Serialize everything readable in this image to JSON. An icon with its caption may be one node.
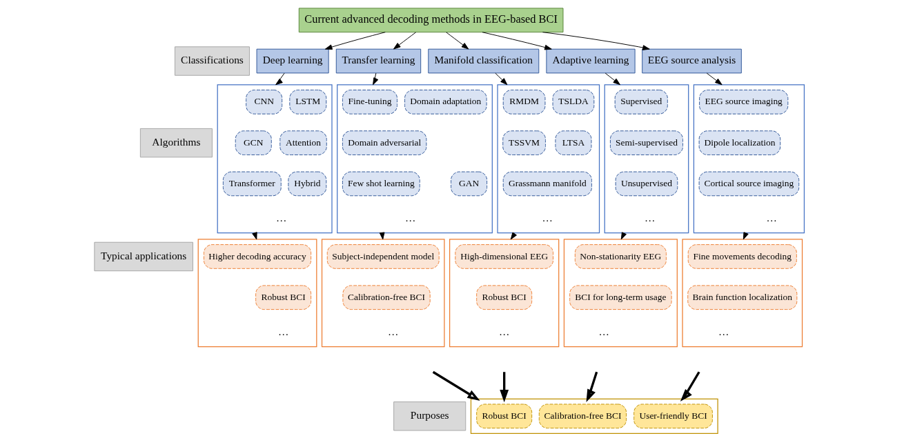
{
  "diagram": {
    "nodes": [
      {
        "text": [
          "Current advanced decoding methods in EEG-based BCI"
        ]
      },
      {
        "text": [
          "Classifications"
        ]
      },
      {
        "text": [
          "Deep learning"
        ]
      },
      {
        "text": [
          "Transfer learning"
        ]
      },
      {
        "text": [
          "Manifold classification"
        ]
      },
      {
        "text": [
          "Adaptive learning"
        ]
      },
      {
        "text": [
          "EEG source analysis"
        ]
      },
      {
        "text": [
          "Algorithms"
        ]
      },
      {
        "text": [],
        "shape": "box"
      },
      {
        "text": [
          "CNN"
        ],
        "in": 8
      },
      {
        "text": [
          "LSTM"
        ],
        "in": 8
      },
      {
        "text": [
          "GCN"
        ],
        "in": 8
      },
      {
        "text": [
          "Attention"
        ],
        "in": 8
      },
      {
        "text": [
          "Transformer"
        ],
        "in": 8
      },
      {
        "text": [
          "Hybrid"
        ],
        "in": 8
      },
      {
        "text": [],
        "shape": "box"
      },
      {
        "text": [
          "Fine-tuning"
        ],
        "in": 15
      },
      {
        "text": [
          "Domain adaptation"
        ],
        "in": 15
      },
      {
        "text": [
          "Domain adversarial"
        ],
        "in": 15
      },
      {
        "text": [
          "Few shot learning"
        ],
        "in": 15
      },
      {
        "text": [
          "GAN"
        ],
        "in": 15
      },
      {
        "text": [],
        "shape": "box"
      },
      {
        "text": [
          "RMDM"
        ],
        "in": 21
      },
      {
        "text": [
          "TSLDA"
        ],
        "in": 21
      },
      {
        "text": [
          "TSSVM"
        ],
        "in": 21
      },
      {
        "text": [
          "LTSA"
        ],
        "in": 21
      },
      {
        "text": [
          "Grassmann manifold"
        ],
        "in": 21
      },
      {
        "text": [],
        "shape": "box"
      },
      {
        "text": [
          "Supervised"
        ],
        "in": 27
      },
      {
        "text": [
          "Semi-supervised"
        ],
        "in": 27
      },
      {
        "text": [
          "Unsupervised"
        ],
        "in": 27
      },
      {
        "text": [],
        "shape": "box"
      },
      {
        "text": [
          "EEG source imaging"
        ],
        "in": 31
      },
      {
        "text": [
          "Dipole localization"
        ],
        "in": 31
      },
      {
        "text": [
          "Cortical source imaging"
        ],
        "in": 31
      },
      {
        "text": [
          "Typical applications"
        ]
      },
      {
        "text": [],
        "shape": "box"
      },
      {
        "text": [
          "Higher decoding accuracy"
        ],
        "in": 36
      },
      {
        "text": [
          "Robust BCI"
        ],
        "in": 36
      },
      {
        "text": [],
        "shape": "box"
      },
      {
        "text": [
          "Subject-independent model"
        ],
        "in": 39
      },
      {
        "text": [
          "Calibration-free BCI"
        ],
        "in": 39
      },
      {
        "text": [],
        "shape": "box"
      },
      {
        "text": [
          "High-dimensional EEG"
        ],
        "in": 42
      },
      {
        "text": [
          "Robust BCI"
        ],
        "in": 42
      },
      {
        "text": [],
        "shape": "box"
      },
      {
        "text": [
          "Non-stationarity EEG"
        ],
        "in": 45
      },
      {
        "text": [
          "BCI for long-term usage"
        ],
        "in": 45
      },
      {
        "text": [],
        "shape": "box"
      },
      {
        "text": [
          "Fine movements decoding"
        ],
        "in": 48
      },
      {
        "text": [
          "Brain function localization"
        ],
        "in": 48
      },
      {
        "text": [
          "Purposes"
        ]
      },
      {
        "text": [],
        "shape": "box"
      },
      {
        "text": [
          "Robust BCI"
        ],
        "in": 52
      },
      {
        "text": [
          "Calibration-free BCI"
        ],
        "in": 52
      },
      {
        "text": [
          "User-friendly BCI"
        ],
        "in": 52
      }
    ],
    "edges": [
      {
        "from": 0,
        "to": 2,
        "arrow": "to"
      },
      {
        "from": 0,
        "to": 3,
        "arrow": "to"
      },
      {
        "from": 0,
        "to": 4,
        "arrow": "to"
      },
      {
        "from": 0,
        "to": 5,
        "arrow": "to"
      },
      {
        "from": 0,
        "to": 6,
        "arrow": "to"
      },
      {
        "from": 2,
        "to": 8,
        "arrow": "to"
      },
      {
        "from": 3,
        "to": 15,
        "arrow": "to"
      },
      {
        "from": 4,
        "to": 21,
        "arrow": "to"
      },
      {
        "from": 5,
        "to": 27,
        "arrow": "to"
      },
      {
        "from": 6,
        "to": 31,
        "arrow": "to"
      },
      {
        "from": 8,
        "to": 36,
        "arrow": "to"
      },
      {
        "from": 15,
        "to": 39,
        "arrow": "to"
      },
      {
        "from": 21,
        "to": 42,
        "arrow": "to"
      },
      {
        "from": 27,
        "to": 45,
        "arrow": "to"
      },
      {
        "from": 31,
        "to": 48,
        "arrow": "to"
      },
      {
        "from": null,
        "to": 52,
        "arrow": "to",
        "style": "thick"
      },
      {
        "from": null,
        "to": 52,
        "arrow": "to",
        "style": "thick"
      },
      {
        "from": null,
        "to": 52,
        "arrow": "to",
        "style": "thick"
      },
      {
        "from": null,
        "to": 52,
        "arrow": "to",
        "style": "thick"
      }
    ],
    "labels": [
      "…",
      "…",
      "…",
      "…",
      "…",
      "…",
      "…",
      "…",
      "…",
      "…"
    ]
  }
}
